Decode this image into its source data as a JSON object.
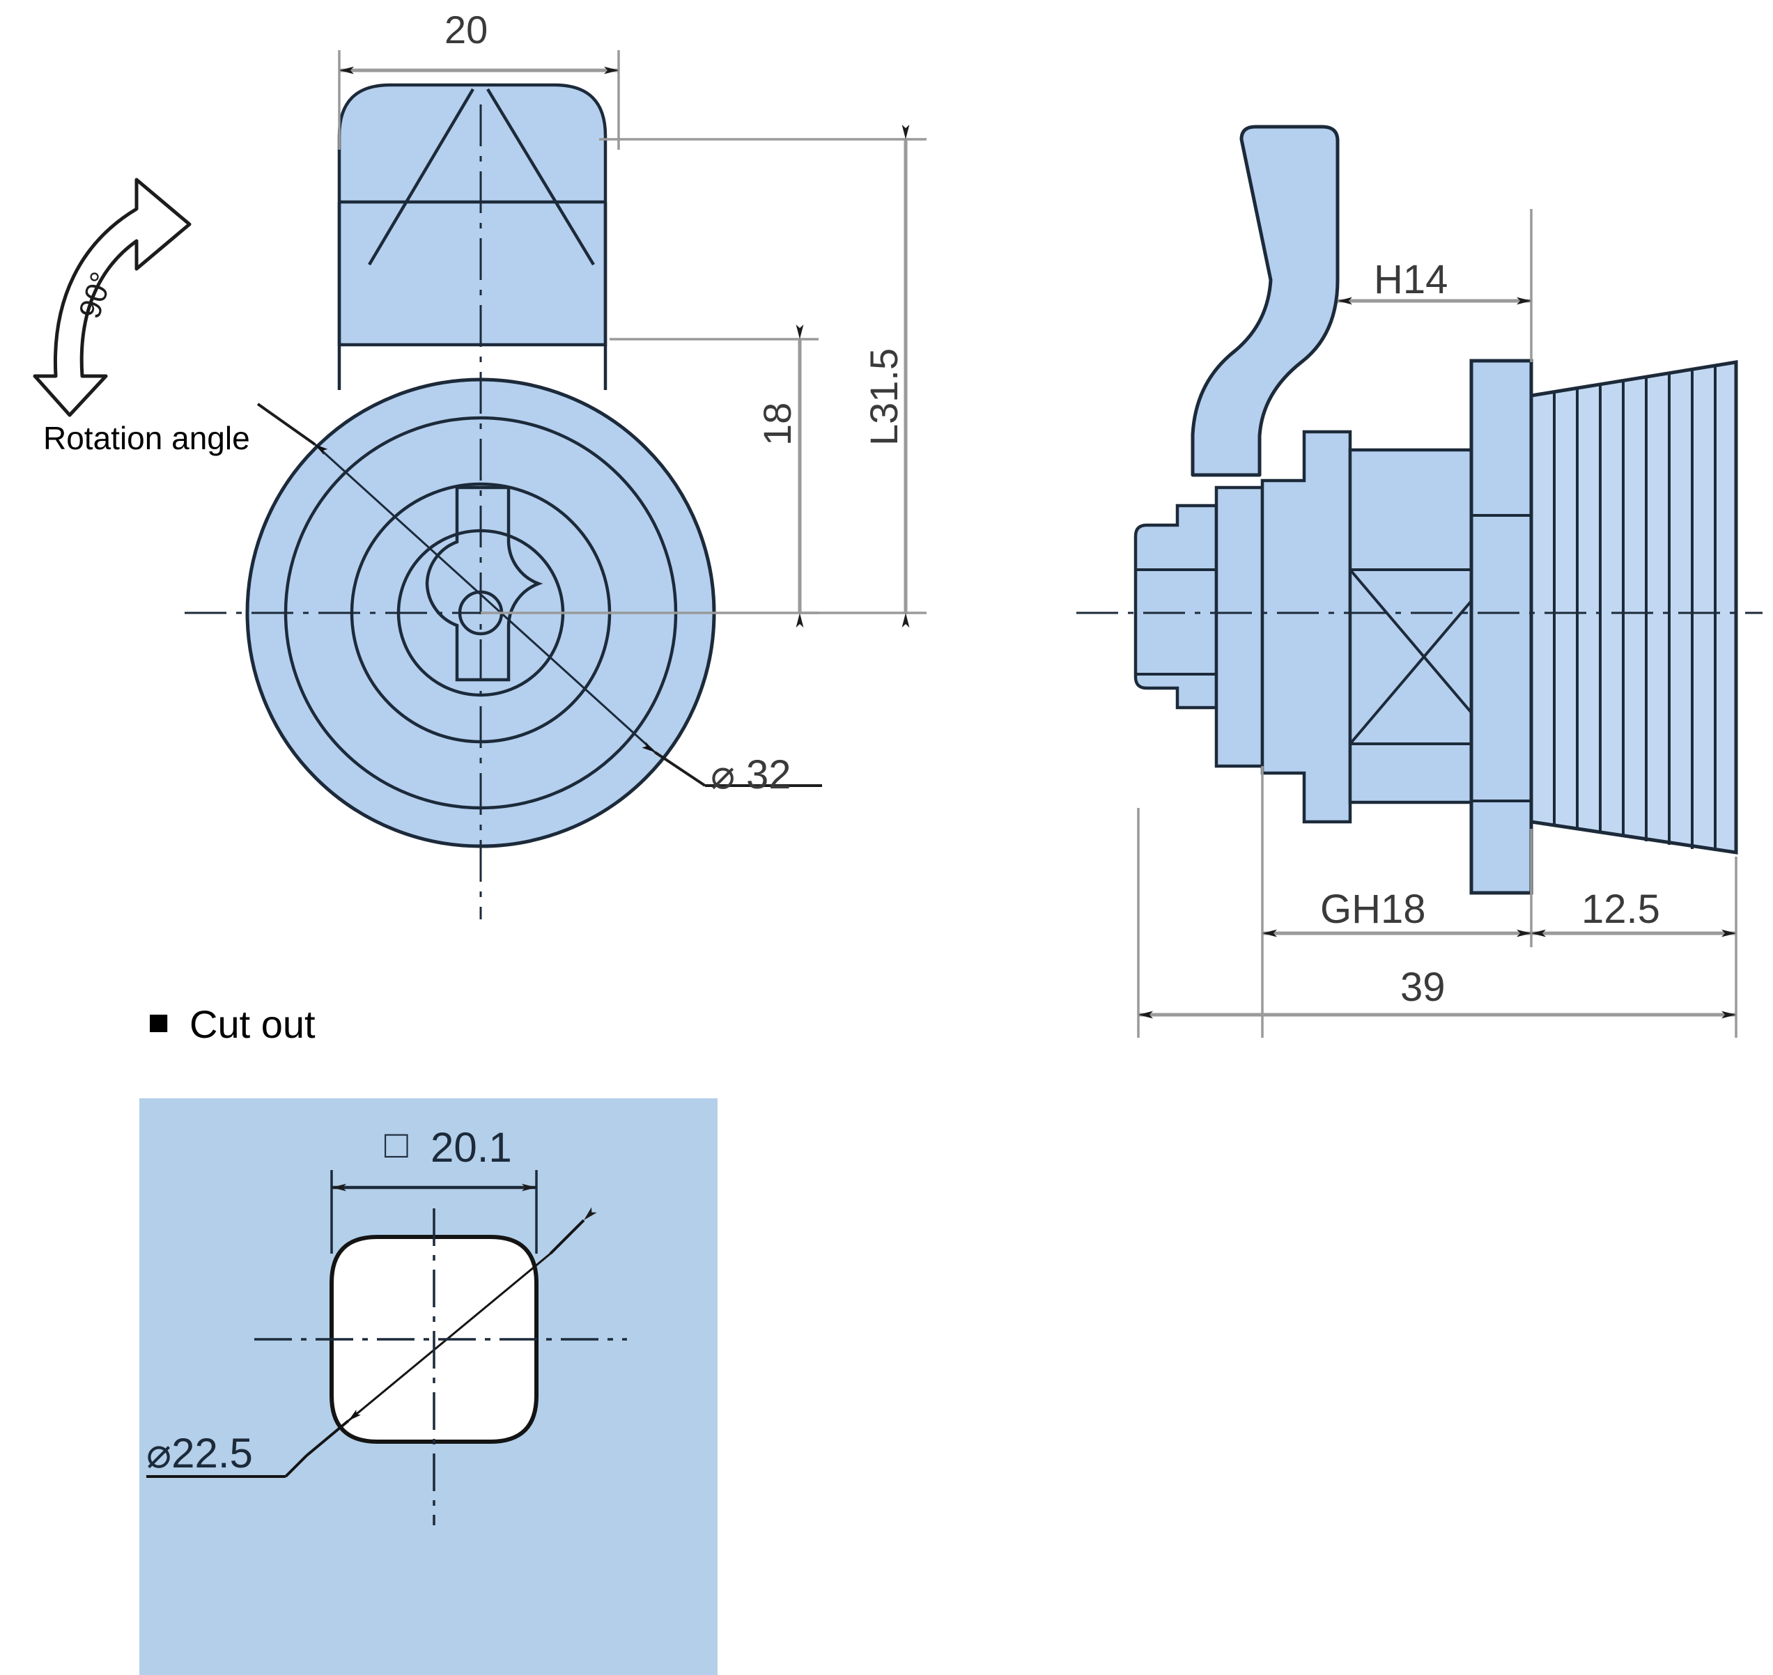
{
  "colors": {
    "part_fill": "#b5d0ee",
    "part_fill_light": "#c4d9f0",
    "cutout_panel": "#b3cfea",
    "outline": "#1c2a3a",
    "dim_line": "#808080",
    "dim_text": "#3a3a3a",
    "black": "#000000",
    "white": "#ffffff"
  },
  "front_view": {
    "name": "front-view",
    "dimensions": {
      "width_top": "20",
      "height_total": "L31.5",
      "height_partial": "18",
      "diameter": "⌀ 32"
    }
  },
  "rotation_note": {
    "angle_label": "90°",
    "caption": "Rotation angle",
    "icon": "curved-arrow-icon"
  },
  "side_view": {
    "name": "side-view",
    "dimensions": {
      "handle_height": "H14",
      "grip_range": "GH18",
      "thread_length": "12.5",
      "overall_length": "39"
    }
  },
  "cutout_section": {
    "bullet": "■",
    "title": "Cut out",
    "dimensions": {
      "square_symbol": "□",
      "square_size": "20.1",
      "diameter": "⌀22.5"
    }
  }
}
